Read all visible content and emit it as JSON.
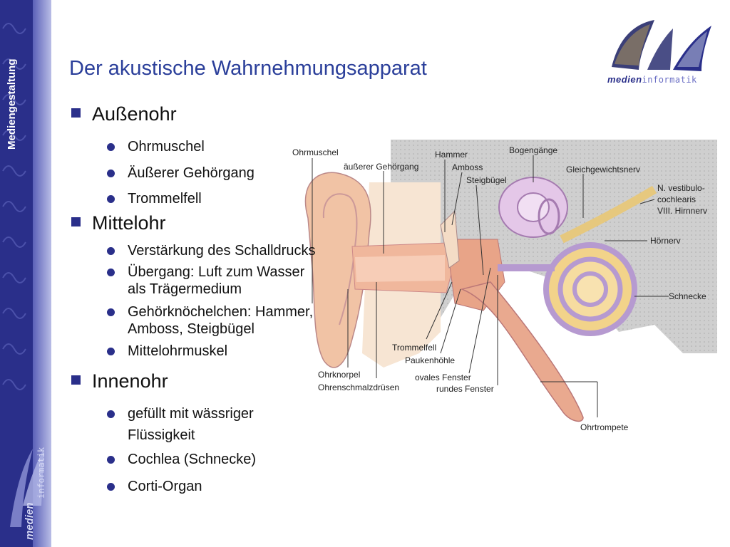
{
  "sidebar": {
    "label": "Mediengestaltung"
  },
  "logo": {
    "part1": "medien",
    "part2": "informatik"
  },
  "title": "Der akustische Wahrnehmungsapparat",
  "sections": [
    {
      "heading": "Außenohr",
      "items": [
        "Ohrmuschel",
        "Äußerer Gehörgang",
        "Trommelfell"
      ]
    },
    {
      "heading": "Mittelohr",
      "items": [
        "Verstärkung des Schalldrucks",
        "Übergang: Luft zum Wasser",
        "als Trägermedium",
        "Gehörknöchelchen: Hammer,",
        "Amboss, Steigbügel",
        "Mittelohrmuskel"
      ]
    },
    {
      "heading": "Innenohr",
      "items": [
        "gefüllt mit wässriger",
        "Flüssigkeit",
        "Cochlea (Schnecke)",
        "Corti-Organ"
      ]
    }
  ],
  "diagram_labels": {
    "ohrmuschel": "Ohrmuschel",
    "aeusserer_gehoergang": "äußerer Gehörgang",
    "hammer": "Hammer",
    "amboss": "Amboss",
    "steigbuegel": "Steigbügel",
    "bogengaenge": "Bogengänge",
    "gleichgewichtsnerv": "Gleichgewichtsnerv",
    "n_vestibulo": "N. vestibulo-",
    "cochlearis": "cochlearis",
    "hirnnerv": "VIII. Hirnnerv",
    "hoernerv": "Hörnerv",
    "schnecke": "Schnecke",
    "trommelfell": "Trommelfell",
    "paukenhoehle": "Paukenhöhle",
    "ohrknorpel": "Ohrknorpel",
    "ohrenschmalzdruesen": "Ohrenschmalzdrüsen",
    "ovales_fenster": "ovales Fenster",
    "rundes_fenster": "rundes Fenster",
    "ohrtrompete": "Ohrtrompete"
  },
  "colors": {
    "accent": "#2a2f8a",
    "title": "#2b3f9a"
  }
}
